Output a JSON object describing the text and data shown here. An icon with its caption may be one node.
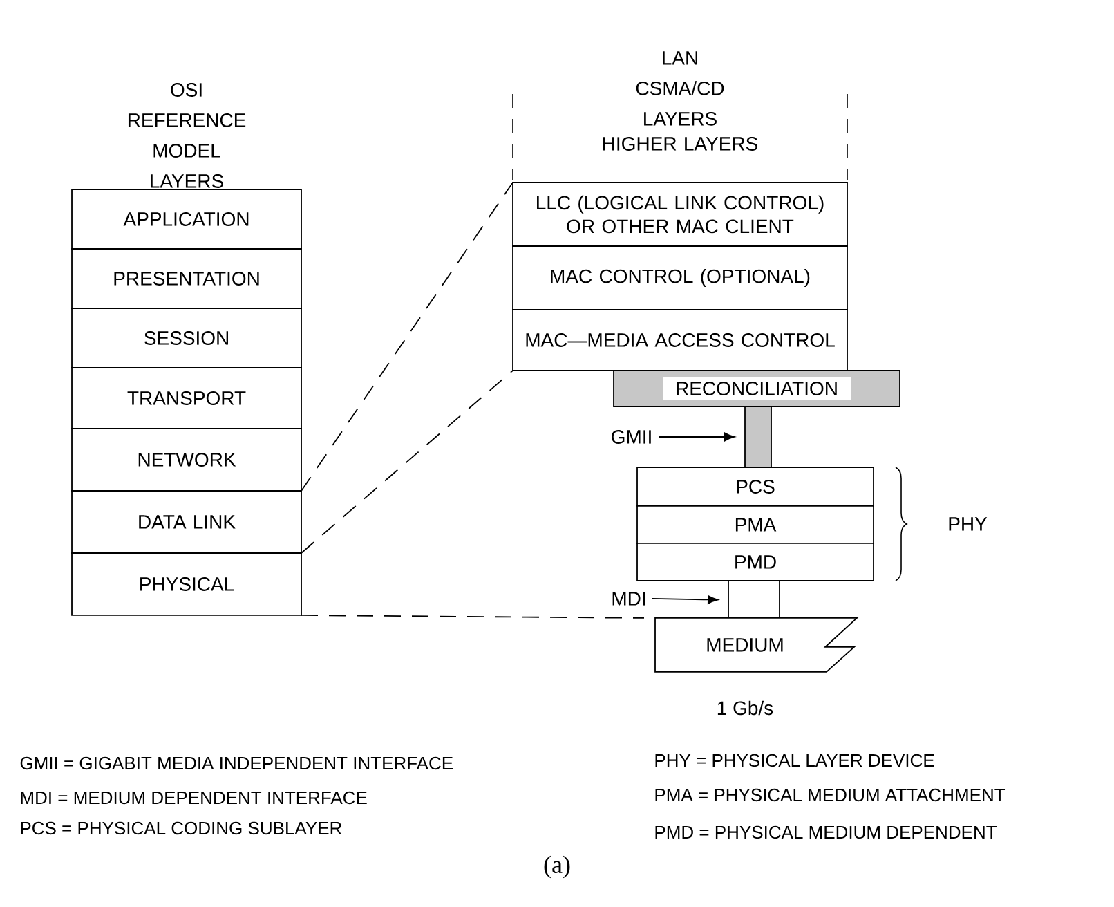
{
  "diagram": {
    "caption": "(a)",
    "nodes": [
      {
        "text": [
          "APPLICATION"
        ]
      },
      {
        "text": [
          "PRESENTATION"
        ]
      },
      {
        "text": [
          "SESSION"
        ]
      },
      {
        "text": [
          "TRANSPORT"
        ]
      },
      {
        "text": [
          "NETWORK"
        ]
      },
      {
        "text": [
          "DATA LINK"
        ]
      },
      {
        "text": [
          "PHYSICAL"
        ]
      },
      {
        "text": [
          "LLC (LOGICAL LINK CONTROL) OR OTHER MAC CLIENT"
        ]
      },
      {
        "text": [
          "MAC CONTROL (OPTIONAL)"
        ]
      },
      {
        "text": [
          "MAC—MEDIA ACCESS CONTROL"
        ]
      },
      {
        "text": [
          "RECONCILIATION"
        ]
      },
      {
        "text": [],
        "shape": "bar"
      },
      {
        "text": [
          "PCS"
        ]
      },
      {
        "text": [
          "PMA"
        ]
      },
      {
        "text": [
          "PMD"
        ]
      },
      {
        "text": [],
        "shape": "box"
      },
      {
        "text": [
          "MEDIUM"
        ],
        "beside": [
          "1 Gb/s"
        ]
      },
      {
        "text": [
          "GMII"
        ]
      },
      {
        "text": [
          "MDI"
        ]
      }
    ],
    "edges": [
      {
        "from": 17,
        "to": 11,
        "arrow": "to"
      },
      {
        "from": 18,
        "to": 15,
        "arrow": "to"
      },
      {
        "from": 5,
        "to": 7,
        "arrow": "none",
        "style": "dashed"
      },
      {
        "from": 5,
        "to": 9,
        "arrow": "none",
        "style": "dashed"
      },
      {
        "from": 6,
        "to": 16,
        "arrow": "none",
        "style": "dashed"
      }
    ],
    "labels": [
      "OSI REFERENCE MODEL LAYERS",
      "LAN CSMA/CD LAYERS",
      "HIGHER LAYERS",
      "PHY",
      "GMII = GIGABIT MEDIA INDEPENDENT INTERFACE",
      "MDI = MEDIUM DEPENDENT INTERFACE",
      "PCS = PHYSICAL CODING SUBLAYER",
      "PHY = PHYSICAL LAYER DEVICE",
      "PMA = PHYSICAL MEDIUM ATTACHMENT",
      "PMD = PHYSICAL MEDIUM DEPENDENT"
    ]
  }
}
